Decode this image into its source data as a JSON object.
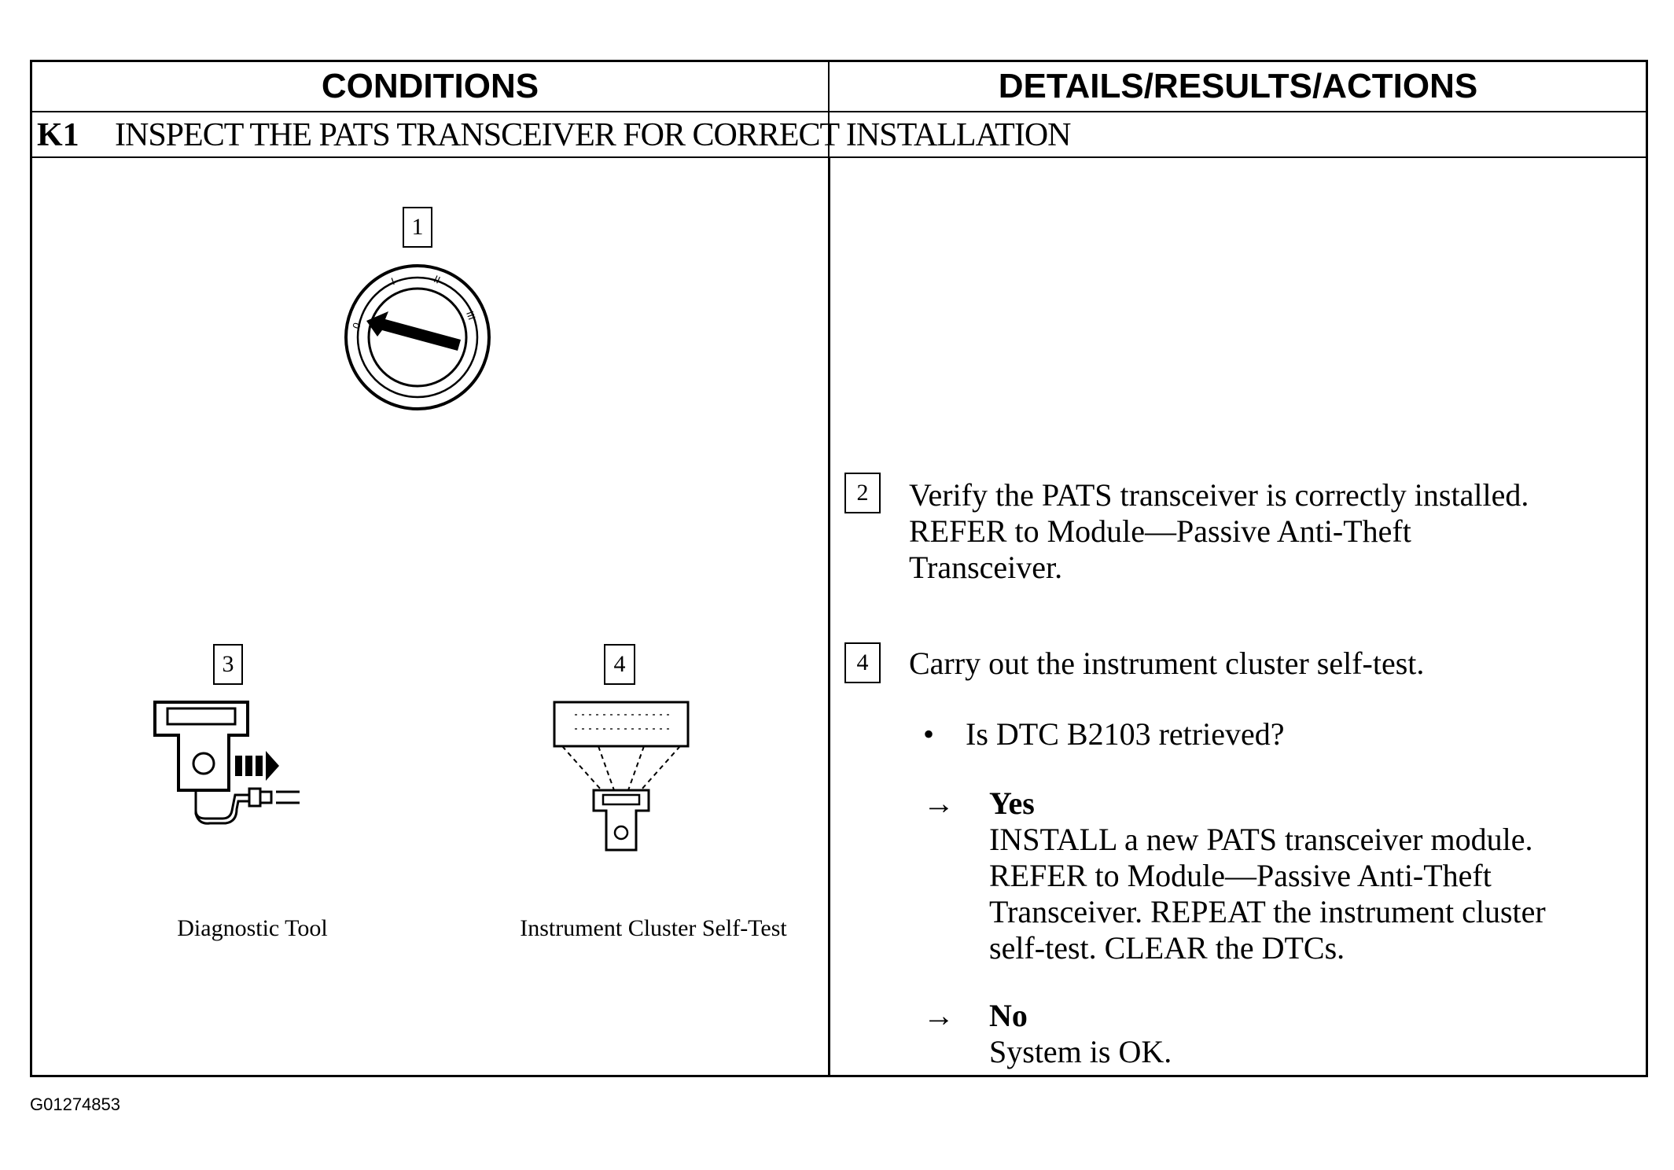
{
  "table": {
    "conditions_header": "CONDITIONS",
    "details_header": "DETAILS/RESULTS/ACTIONS",
    "step_id": "K1",
    "step_title": "INSPECT THE PATS TRANSCEIVER FOR CORRECT INSTALLATION"
  },
  "illustrations": {
    "ignition": {
      "number": "1",
      "labels": [
        "0",
        "I",
        "II",
        "III"
      ]
    },
    "diagnostic_tool": {
      "number": "3",
      "caption": "Diagnostic Tool"
    },
    "cluster_self_test": {
      "number": "4",
      "caption": "Instrument Cluster Self-Test"
    }
  },
  "details": {
    "step2": {
      "number": "2",
      "lines": [
        "Verify the PATS transceiver is correctly installed.",
        "REFER to Module—Passive Anti-Theft",
        "Transceiver."
      ]
    },
    "step4": {
      "number": "4",
      "instruction": "Carry out the instrument cluster self-test.",
      "bullet": "•",
      "question": "Is DTC B2103 retrieved?",
      "arrow": "→",
      "yes_label": "Yes",
      "yes_lines": [
        "INSTALL a new PATS transceiver module.",
        "REFER to Module—Passive Anti-Theft",
        "Transceiver. REPEAT the instrument cluster",
        "self-test. CLEAR the DTCs."
      ],
      "no_label": "No",
      "no_text": "System is OK."
    }
  },
  "figure_id": "G01274853"
}
